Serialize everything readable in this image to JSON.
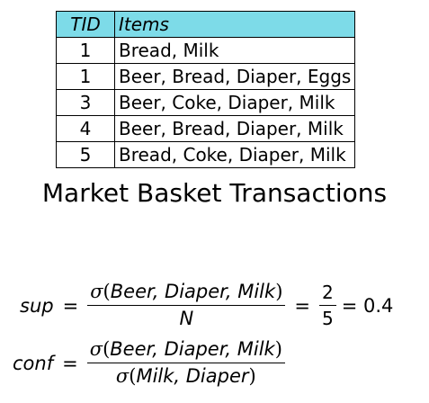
{
  "table": {
    "headers": [
      "TID",
      "Items"
    ],
    "rows": [
      {
        "tid": "1",
        "items": "Bread, Milk"
      },
      {
        "tid": "1",
        "items": "Beer, Bread, Diaper, Eggs"
      },
      {
        "tid": "3",
        "items": "Beer, Coke, Diaper, Milk"
      },
      {
        "tid": "4",
        "items": "Beer, Bread, Diaper, Milk"
      },
      {
        "tid": "5",
        "items": "Bread, Coke, Diaper, Milk"
      }
    ]
  },
  "caption": "Market Basket Transactions",
  "formulas": {
    "sup": {
      "lhs": "sup",
      "equals": "=",
      "sigma": "σ",
      "numerator_args": "Beer, Diaper, Milk",
      "denominator": "N",
      "ratio_num": "2",
      "ratio_den": "5",
      "result": "= 0.4"
    },
    "conf": {
      "lhs": "conf",
      "equals": "=",
      "sigma": "σ",
      "numerator_args": "Beer, Diaper, Milk",
      "denominator_args": "Milk, Diaper"
    }
  }
}
